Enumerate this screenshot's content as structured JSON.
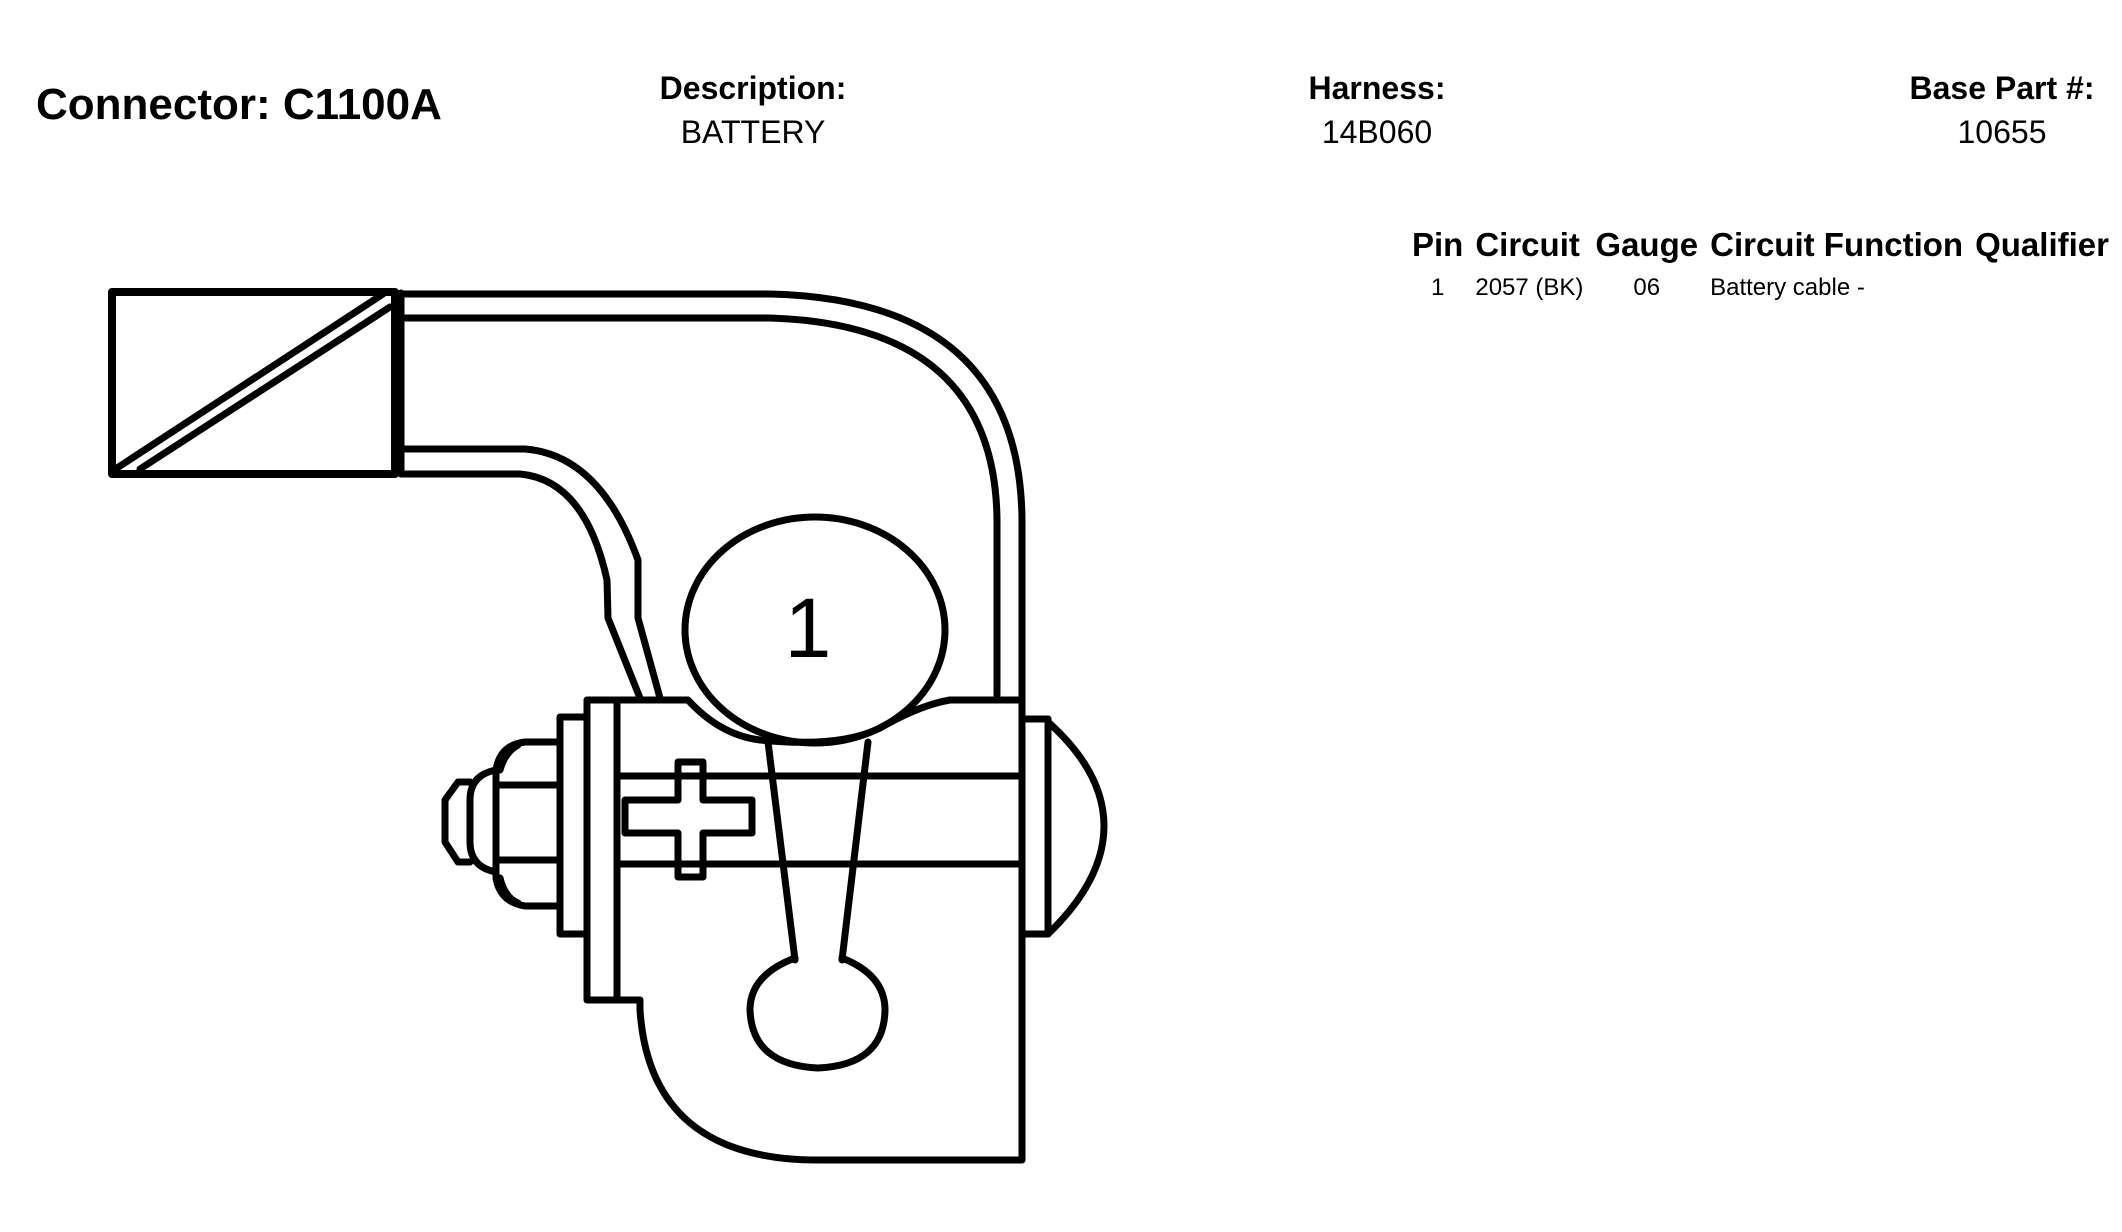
{
  "header": {
    "connector_title": "Connector: C1100A",
    "description_label": "Description:",
    "description_value": "BATTERY",
    "harness_label": "Harness:",
    "harness_value": "14B060",
    "base_part_label": "Base Part #:",
    "base_part_value": "10655"
  },
  "pin_table": {
    "columns": [
      "Pin",
      "Circuit",
      "Gauge",
      "Circuit Function",
      "Qualifier"
    ],
    "rows": [
      {
        "pin": "1",
        "circuit": "2057 (BK)",
        "gauge": "06",
        "circuit_function": "Battery cable -",
        "qualifier": ""
      }
    ]
  },
  "diagram": {
    "pin_label": "1"
  }
}
